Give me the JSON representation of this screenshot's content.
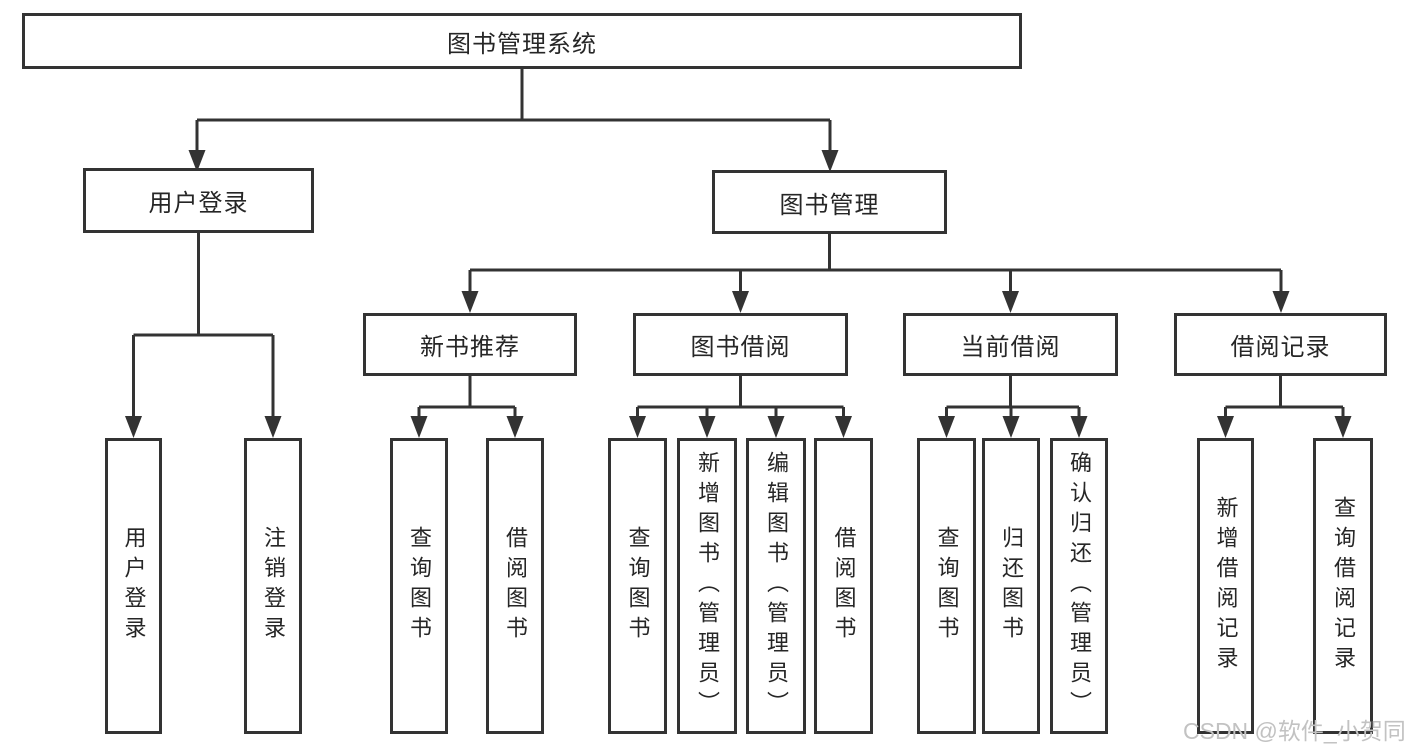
{
  "colors": {
    "line": "#333333",
    "border": "#333333",
    "text": "#262626",
    "watermark": "#c2c2c2",
    "background": "#ffffff"
  },
  "nodes": {
    "root": {
      "label": "图书管理系统"
    },
    "user_login": {
      "label": "用户登录"
    },
    "book_mgmt": {
      "label": "图书管理"
    },
    "new_books": {
      "label": "新书推荐"
    },
    "borrowing": {
      "label": "图书借阅"
    },
    "current": {
      "label": "当前借阅"
    },
    "records": {
      "label": "借阅记录"
    },
    "ul_login": {
      "label": "用户登录"
    },
    "ul_logout": {
      "label": "注销登录"
    },
    "nb_query": {
      "label": "查询图书"
    },
    "nb_borrow": {
      "label": "借阅图书"
    },
    "bb_query": {
      "label": "查询图书"
    },
    "bb_add": {
      "label": "新增图书（管理员）"
    },
    "bb_edit": {
      "label": "编辑图书（管理员）"
    },
    "bb_borrow": {
      "label": "借阅图书"
    },
    "cb_query": {
      "label": "查询图书"
    },
    "cb_return": {
      "label": "归还图书"
    },
    "cb_confirm": {
      "label": "确认归还（管理员）"
    },
    "br_add": {
      "label": "新增借阅记录"
    },
    "br_query": {
      "label": "查询借阅记录"
    }
  },
  "hierarchy": {
    "图书管理系统": [
      "用户登录",
      "图书管理"
    ],
    "用户登录": [
      "用户登录",
      "注销登录"
    ],
    "图书管理": [
      "新书推荐",
      "图书借阅",
      "当前借阅",
      "借阅记录"
    ],
    "新书推荐": [
      "查询图书",
      "借阅图书"
    ],
    "图书借阅": [
      "查询图书",
      "新增图书（管理员）",
      "编辑图书（管理员）",
      "借阅图书"
    ],
    "当前借阅": [
      "查询图书",
      "归还图书",
      "确认归还（管理员）"
    ],
    "借阅记录": [
      "新增借阅记录",
      "查询借阅记录"
    ]
  },
  "watermark": {
    "text": "CSDN @软件_小贺同学"
  }
}
